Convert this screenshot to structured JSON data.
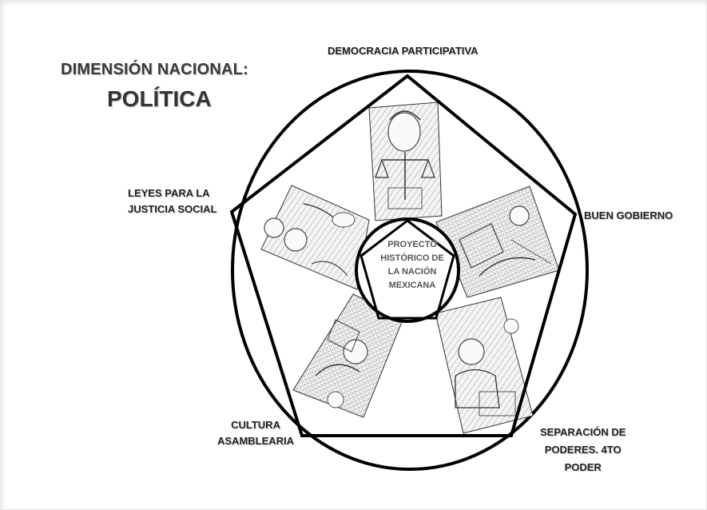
{
  "title": {
    "line1": "DIMENSIÓN NACIONAL:",
    "line2": "POLÍTICA"
  },
  "vertices": {
    "top": "DEMOCRACIA PARTICIPATIVA",
    "left": [
      "LEYES PARA LA",
      "JUSTICIA SOCIAL"
    ],
    "right": "BUEN GOBIERNO",
    "bottom_left": [
      "CULTURA",
      "ASAMBLEARIA"
    ],
    "bottom_right": [
      "SEPARACIÓN DE",
      "PODERES. 4TO",
      "PODER"
    ]
  },
  "center": [
    "PROYECTO",
    "HISTÓRICO DE",
    "LA NACIÓN",
    "MEXICANA"
  ],
  "colors": {
    "line": "#000000",
    "panel_fill": "#f3f3f3",
    "panel_ink": "#555555"
  }
}
